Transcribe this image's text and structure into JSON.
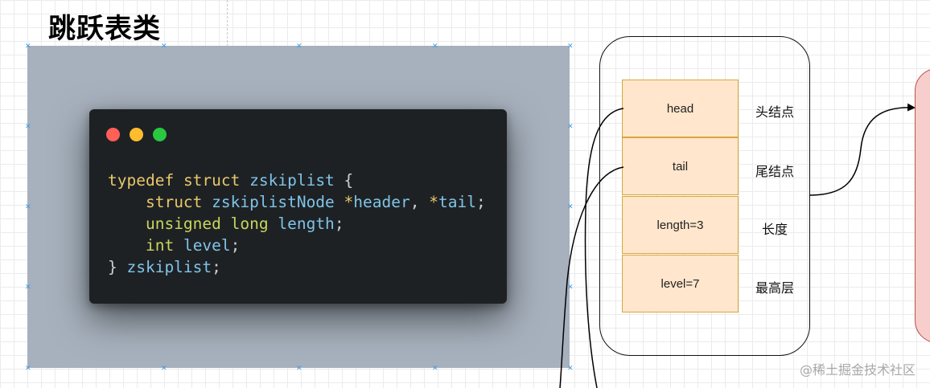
{
  "title": "跳跃表类",
  "code": {
    "lines": [
      [
        {
          "t": "typedef",
          "c": "kw"
        },
        {
          "t": " ",
          "c": "op"
        },
        {
          "t": "struct",
          "c": "kw"
        },
        {
          "t": " ",
          "c": "op"
        },
        {
          "t": "zskiplist",
          "c": "id"
        },
        {
          "t": " {",
          "c": "op"
        }
      ],
      [
        {
          "t": "    ",
          "c": "op"
        },
        {
          "t": "struct",
          "c": "kw"
        },
        {
          "t": " ",
          "c": "op"
        },
        {
          "t": "zskiplistNode",
          "c": "id"
        },
        {
          "t": " *",
          "c": "st"
        },
        {
          "t": "header",
          "c": "id"
        },
        {
          "t": ", ",
          "c": "op"
        },
        {
          "t": "*",
          "c": "st"
        },
        {
          "t": "tail",
          "c": "id"
        },
        {
          "t": ";",
          "c": "op"
        }
      ],
      [
        {
          "t": "    ",
          "c": "op"
        },
        {
          "t": "unsigned",
          "c": "ty"
        },
        {
          "t": " ",
          "c": "op"
        },
        {
          "t": "long",
          "c": "ty"
        },
        {
          "t": " ",
          "c": "op"
        },
        {
          "t": "length",
          "c": "id"
        },
        {
          "t": ";",
          "c": "op"
        }
      ],
      [
        {
          "t": "    ",
          "c": "op"
        },
        {
          "t": "int",
          "c": "ty"
        },
        {
          "t": " ",
          "c": "op"
        },
        {
          "t": "level",
          "c": "id"
        },
        {
          "t": ";",
          "c": "op"
        }
      ],
      [
        {
          "t": "} ",
          "c": "op"
        },
        {
          "t": "zskiplist",
          "c": "id"
        },
        {
          "t": ";",
          "c": "op"
        }
      ]
    ]
  },
  "struct_fields": [
    {
      "value": "head",
      "label": "头结点"
    },
    {
      "value": "tail",
      "label": "尾结点"
    },
    {
      "value": "length=3",
      "label": "长度"
    },
    {
      "value": "level=7",
      "label": "最高层"
    }
  ],
  "watermark": "@稀土掘金技术社区",
  "colors": {
    "code_bg": "#a7b1bd",
    "code_window": "#1e2124",
    "cell_fill": "#ffe6cc",
    "cell_border": "#d6a83c",
    "node_fill": "#f8cecc"
  }
}
